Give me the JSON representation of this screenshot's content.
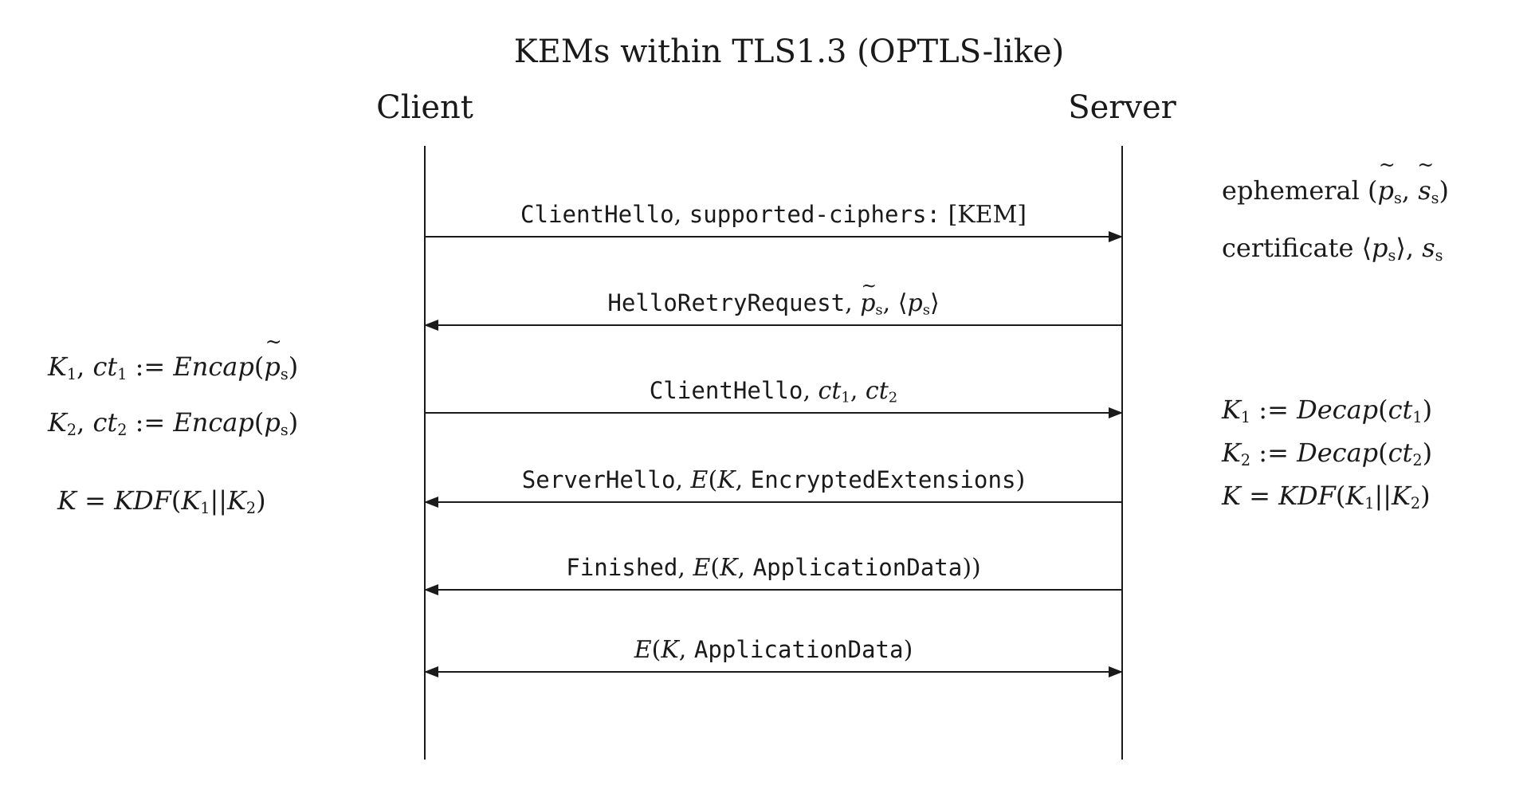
{
  "title": "KEMs within TLS1.3 (OPTLS-like)",
  "actors": {
    "client": "Client",
    "server": "Server"
  },
  "colors": {
    "line": "#1a1a1a",
    "text": "#1a1a1a",
    "background": "#ffffff"
  },
  "messages": [
    {
      "direction": "right",
      "segments": [
        {
          "t": "ClientHello",
          "s": "mono"
        },
        {
          "t": ", ",
          "s": "roman"
        },
        {
          "t": "supported-ciphers:",
          "s": "mono"
        },
        {
          "t": " [KEM]",
          "s": "roman"
        }
      ]
    },
    {
      "direction": "left",
      "segments": [
        {
          "t": "HelloRetryRequest",
          "s": "mono"
        },
        {
          "t": ", ",
          "s": "roman"
        },
        {
          "t": "p",
          "s": "tilde"
        },
        {
          "t": "s",
          "s": "sub"
        },
        {
          "t": ", ",
          "s": "roman"
        },
        {
          "t": "⟨",
          "s": "roman"
        },
        {
          "t": "p",
          "s": "math"
        },
        {
          "t": "s",
          "s": "sub"
        },
        {
          "t": "⟩",
          "s": "roman"
        }
      ]
    },
    {
      "direction": "right",
      "segments": [
        {
          "t": "ClientHello",
          "s": "mono"
        },
        {
          "t": ", ",
          "s": "roman"
        },
        {
          "t": "ct",
          "s": "math"
        },
        {
          "t": "1",
          "s": "sub"
        },
        {
          "t": ", ",
          "s": "roman"
        },
        {
          "t": "ct",
          "s": "math"
        },
        {
          "t": "2",
          "s": "sub"
        }
      ]
    },
    {
      "direction": "left",
      "segments": [
        {
          "t": "ServerHello",
          "s": "mono"
        },
        {
          "t": ", ",
          "s": "roman"
        },
        {
          "t": "E",
          "s": "math"
        },
        {
          "t": "(",
          "s": "roman"
        },
        {
          "t": "K",
          "s": "math"
        },
        {
          "t": ", ",
          "s": "roman"
        },
        {
          "t": "EncryptedExtensions",
          "s": "mono"
        },
        {
          "t": ")",
          "s": "roman"
        }
      ]
    },
    {
      "direction": "left",
      "segments": [
        {
          "t": "Finished",
          "s": "mono"
        },
        {
          "t": ", ",
          "s": "roman"
        },
        {
          "t": "E",
          "s": "math"
        },
        {
          "t": "(",
          "s": "roman"
        },
        {
          "t": "K",
          "s": "math"
        },
        {
          "t": ", ",
          "s": "roman"
        },
        {
          "t": "ApplicationData",
          "s": "mono"
        },
        {
          "t": "))",
          "s": "roman"
        }
      ]
    },
    {
      "direction": "both",
      "segments": [
        {
          "t": "E",
          "s": "math"
        },
        {
          "t": "(",
          "s": "roman"
        },
        {
          "t": "K",
          "s": "math"
        },
        {
          "t": ", ",
          "s": "roman"
        },
        {
          "t": "ApplicationData",
          "s": "mono"
        },
        {
          "t": ")",
          "s": "roman"
        }
      ]
    }
  ],
  "left_notes": [
    {
      "segments": [
        {
          "t": "K",
          "s": "math"
        },
        {
          "t": "1",
          "s": "sub"
        },
        {
          "t": ", ",
          "s": "roman"
        },
        {
          "t": "ct",
          "s": "math"
        },
        {
          "t": "1",
          "s": "sub"
        },
        {
          "t": " := ",
          "s": "roman"
        },
        {
          "t": "Encap",
          "s": "math"
        },
        {
          "t": "(",
          "s": "roman"
        },
        {
          "t": "p",
          "s": "tilde"
        },
        {
          "t": "s",
          "s": "sub"
        },
        {
          "t": ")",
          "s": "roman"
        }
      ]
    },
    {
      "segments": [
        {
          "t": "K",
          "s": "math"
        },
        {
          "t": "2",
          "s": "sub"
        },
        {
          "t": ", ",
          "s": "roman"
        },
        {
          "t": "ct",
          "s": "math"
        },
        {
          "t": "2",
          "s": "sub"
        },
        {
          "t": " := ",
          "s": "roman"
        },
        {
          "t": "Encap",
          "s": "math"
        },
        {
          "t": "(",
          "s": "roman"
        },
        {
          "t": "p",
          "s": "math"
        },
        {
          "t": "s",
          "s": "sub"
        },
        {
          "t": ")",
          "s": "roman"
        }
      ]
    },
    {
      "segments": [
        {
          "t": "K",
          "s": "math"
        },
        {
          "t": " = ",
          "s": "roman"
        },
        {
          "t": "KDF",
          "s": "math"
        },
        {
          "t": "(",
          "s": "roman"
        },
        {
          "t": "K",
          "s": "math"
        },
        {
          "t": "1",
          "s": "sub"
        },
        {
          "t": "||",
          "s": "roman"
        },
        {
          "t": "K",
          "s": "math"
        },
        {
          "t": "2",
          "s": "sub"
        },
        {
          "t": ")",
          "s": "roman"
        }
      ]
    }
  ],
  "right_notes": [
    {
      "segments": [
        {
          "t": "ephemeral (",
          "s": "roman"
        },
        {
          "t": "p",
          "s": "tilde"
        },
        {
          "t": "s",
          "s": "sub"
        },
        {
          "t": ", ",
          "s": "roman"
        },
        {
          "t": "s",
          "s": "tilde"
        },
        {
          "t": "s",
          "s": "sub"
        },
        {
          "t": ")",
          "s": "roman"
        }
      ]
    },
    {
      "segments": [
        {
          "t": "certificate ⟨",
          "s": "roman"
        },
        {
          "t": "p",
          "s": "math"
        },
        {
          "t": "s",
          "s": "sub"
        },
        {
          "t": "⟩, ",
          "s": "roman"
        },
        {
          "t": "s",
          "s": "math"
        },
        {
          "t": "s",
          "s": "sub"
        }
      ]
    },
    {
      "segments": [
        {
          "t": "K",
          "s": "math"
        },
        {
          "t": "1",
          "s": "sub"
        },
        {
          "t": " := ",
          "s": "roman"
        },
        {
          "t": "Decap",
          "s": "math"
        },
        {
          "t": "(",
          "s": "roman"
        },
        {
          "t": "ct",
          "s": "math"
        },
        {
          "t": "1",
          "s": "sub"
        },
        {
          "t": ")",
          "s": "roman"
        }
      ]
    },
    {
      "segments": [
        {
          "t": "K",
          "s": "math"
        },
        {
          "t": "2",
          "s": "sub"
        },
        {
          "t": " := ",
          "s": "roman"
        },
        {
          "t": "Decap",
          "s": "math"
        },
        {
          "t": "(",
          "s": "roman"
        },
        {
          "t": "ct",
          "s": "math"
        },
        {
          "t": "2",
          "s": "sub"
        },
        {
          "t": ")",
          "s": "roman"
        }
      ]
    },
    {
      "segments": [
        {
          "t": "K",
          "s": "math"
        },
        {
          "t": " = ",
          "s": "roman"
        },
        {
          "t": "KDF",
          "s": "math"
        },
        {
          "t": "(",
          "s": "roman"
        },
        {
          "t": "K",
          "s": "math"
        },
        {
          "t": "1",
          "s": "sub"
        },
        {
          "t": "||",
          "s": "roman"
        },
        {
          "t": "K",
          "s": "math"
        },
        {
          "t": "2",
          "s": "sub"
        },
        {
          "t": ")",
          "s": "roman"
        }
      ]
    }
  ]
}
